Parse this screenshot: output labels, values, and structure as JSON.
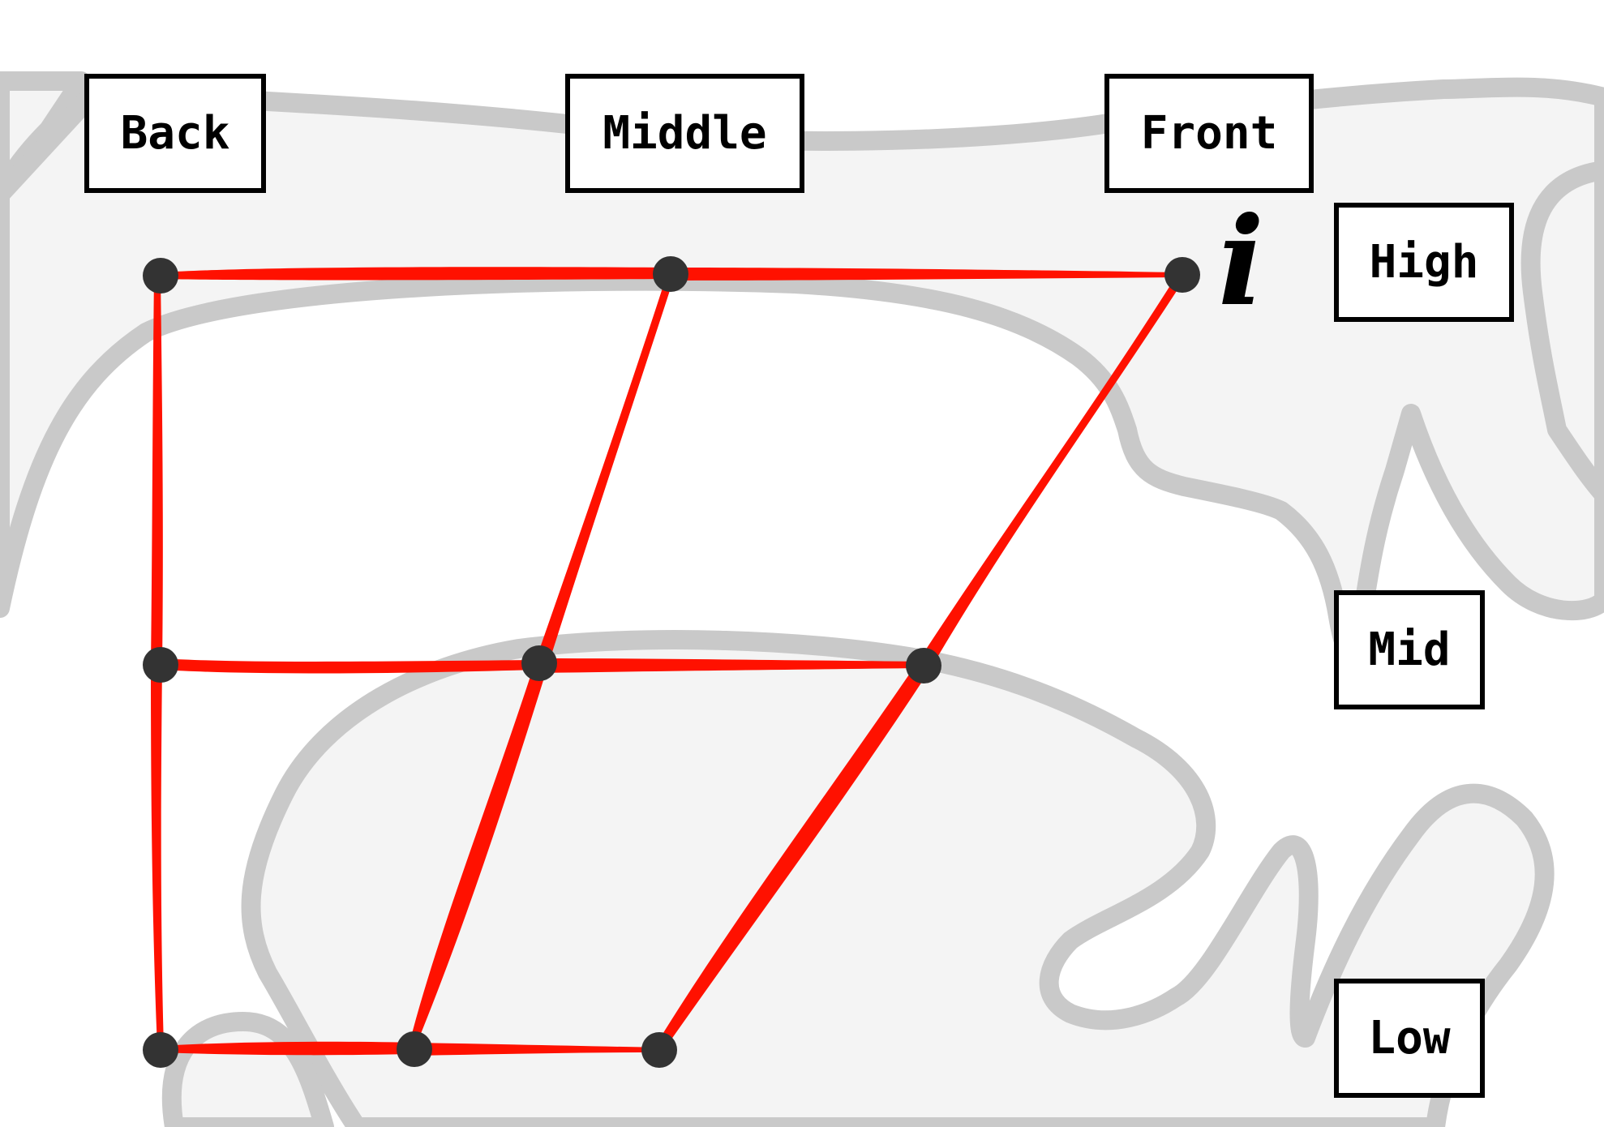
{
  "columns": {
    "back": "Back",
    "middle": "Middle",
    "front": "Front"
  },
  "rows": {
    "high": "High",
    "mid": "Mid",
    "low": "Low"
  },
  "info_glyph": "i",
  "colors": {
    "edge": "#ff1100",
    "node": "#333333",
    "blob_fill": "#f4f4f4",
    "blob_stroke": "#c9c9c9",
    "label_border": "#000000"
  }
}
